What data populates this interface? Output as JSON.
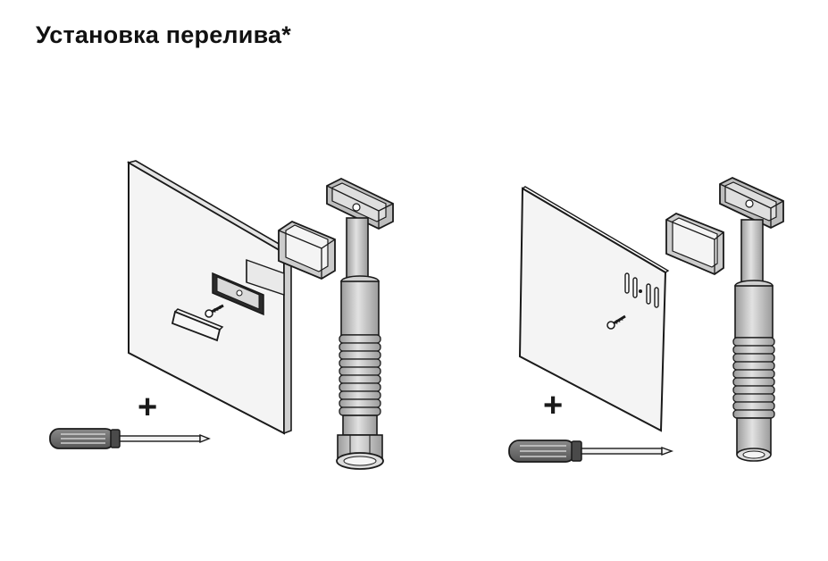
{
  "title": "Установка перелива*",
  "plus_symbol": "+",
  "colors": {
    "ink": "#1a1a1a",
    "panel": "#f2f2f2",
    "part_light": "#dcdcdc",
    "part_mid": "#bfbfbf",
    "part_dark": "#8c8c8c",
    "handle": "#6a6a6a"
  },
  "diagrams": [
    {
      "name": "left-assembly",
      "icons": [
        "panel-with-cutout",
        "gasket",
        "overflow-pipe",
        "screw",
        "cover-plate",
        "screwdriver"
      ]
    },
    {
      "name": "right-assembly",
      "icons": [
        "thin-panel",
        "gasket",
        "overflow-pipe",
        "screw",
        "screwdriver"
      ]
    }
  ]
}
